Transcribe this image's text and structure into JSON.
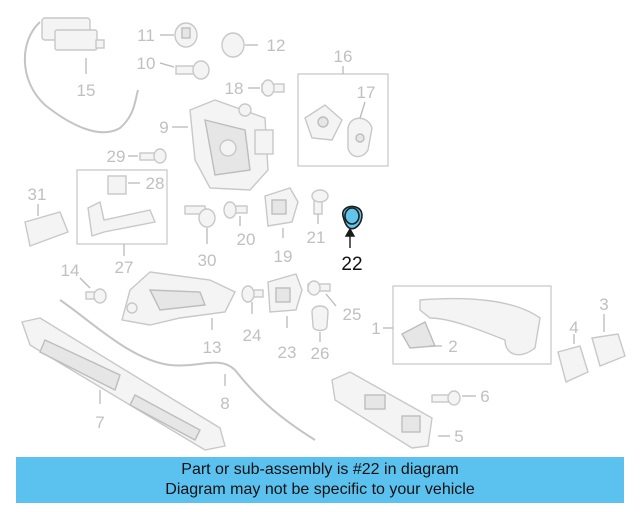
{
  "callouts": {
    "c1": "1",
    "c2": "2",
    "c3": "3",
    "c4": "4",
    "c5": "5",
    "c6": "6",
    "c7": "7",
    "c8": "8",
    "c9": "9",
    "c10": "10",
    "c11": "11",
    "c12": "12",
    "c13": "13",
    "c14": "14",
    "c15": "15",
    "c16": "16",
    "c17": "17",
    "c18": "18",
    "c19": "19",
    "c20": "20",
    "c21": "21",
    "c22": "22",
    "c23": "23",
    "c24": "24",
    "c25": "25",
    "c26": "26",
    "c27": "27",
    "c28": "28",
    "c29": "29",
    "c30": "30",
    "c31": "31"
  },
  "highlight": {
    "callout": "22",
    "color": "#63c4ec"
  },
  "banner": {
    "line1": "Part or sub-assembly is #22 in diagram",
    "line2": "Diagram may not be specific to your vehicle",
    "color": "#5bc2f0"
  }
}
